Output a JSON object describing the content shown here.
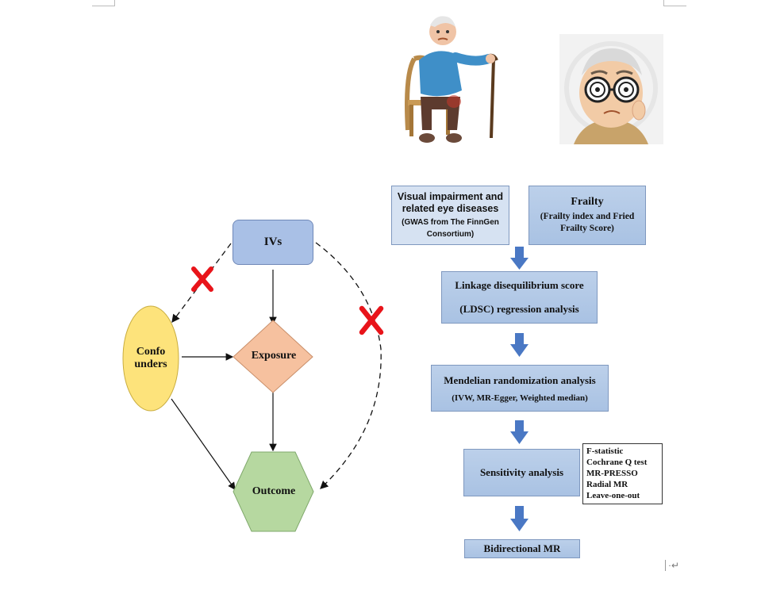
{
  "causal_model": {
    "ivs": "IVs",
    "confounders_line1": "Confo",
    "confounders_line2": "unders",
    "exposure": "Exposure",
    "outcome": "Outcome"
  },
  "flow": {
    "exposure_box": {
      "line1": "Visual impairment and",
      "line2": "related eye diseases",
      "sub1": "(GWAS from The FinnGen",
      "sub2": "Consortium)"
    },
    "outcome_box": {
      "title": "Frailty",
      "sub1": "(Frailty index and Fried",
      "sub2": "Frailty Score)"
    },
    "ldsc": {
      "line1": "Linkage disequilibrium score",
      "line2": "(LDSC) regression analysis"
    },
    "mr": {
      "title": "Mendelian randomization analysis",
      "sub": "(IVW, MR-Egger, Weighted median)"
    },
    "sensitivity": "Sensitivity analysis",
    "sensitivity_methods": [
      "F-statistic",
      "Cochrane Q test",
      "MR-PRESSO",
      "Radial MR",
      "Leave-one-out"
    ],
    "bidirectional": "Bidirectional MR"
  },
  "page_mark": "·↵",
  "colors": {
    "ivs": "#a9c0e6",
    "confounders": "#fde37b",
    "exposure": "#f6c19f",
    "outcome": "#b6d8a0",
    "flow_box": "#b4cbe8",
    "arrow": "#4a78c4",
    "cross": "#e8141a"
  }
}
